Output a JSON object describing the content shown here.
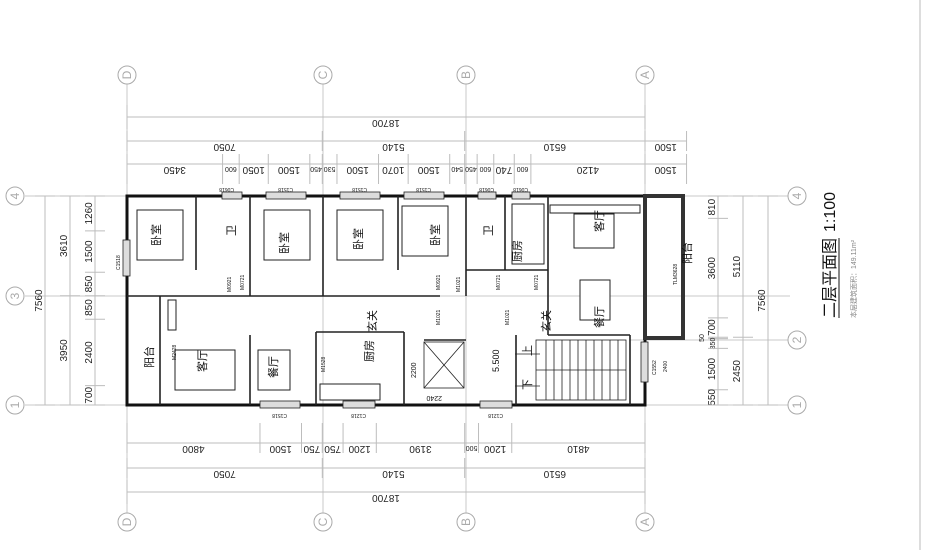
{
  "axes": {
    "letters": [
      "D",
      "C",
      "B",
      "A"
    ],
    "numbers": [
      "1",
      "2",
      "3",
      "4"
    ]
  },
  "dims_top": {
    "detail": [
      3450,
      600,
      1050,
      1500,
      450,
      530,
      1500,
      1070,
      1500,
      540,
      450,
      600,
      740,
      600,
      4120,
      1500
    ],
    "mid": [
      7050,
      5140,
      6510,
      1500
    ],
    "total": [
      18700
    ]
  },
  "dims_bottom": {
    "detail": [
      4800,
      1500,
      750,
      750,
      1200,
      3190,
      500,
      1200,
      4810
    ],
    "mid": [
      7050,
      5140,
      6510
    ],
    "total": [
      18700
    ]
  },
  "dims_left": {
    "detail": [
      1260,
      1500,
      850,
      850,
      2400,
      700
    ],
    "mid": [
      3610,
      3950
    ],
    "total": [
      7560
    ]
  },
  "dims_right": {
    "detail": [
      810,
      3600,
      700,
      50,
      350,
      1500,
      550
    ],
    "mid": [
      5110,
      2450
    ],
    "total": [
      7560
    ]
  },
  "rooms": {
    "bedroom": "卧室",
    "bath": "卫",
    "kitchen": "厨房",
    "living": "客厅",
    "dining": "餐厅",
    "balcony": "阳台",
    "foyer": "玄关",
    "up": "上",
    "down": "下",
    "elevation": "5.500"
  },
  "codes": {
    "c0618": "C0618",
    "c1518": "C1518",
    "c1218": "C1218",
    "c1552": "C1552",
    "m0921": "M0921",
    "m0721": "M0721",
    "m1021": "M1021",
    "m1528": "M1528",
    "m2428": "M2428",
    "tlm3628": "TLM3628",
    "d2240": "2240",
    "d2200": "2200",
    "d2400": "2400"
  },
  "title": {
    "name": "二层平面图",
    "scale": "1:100",
    "area_note": "本层建筑面积：149.11m²"
  }
}
